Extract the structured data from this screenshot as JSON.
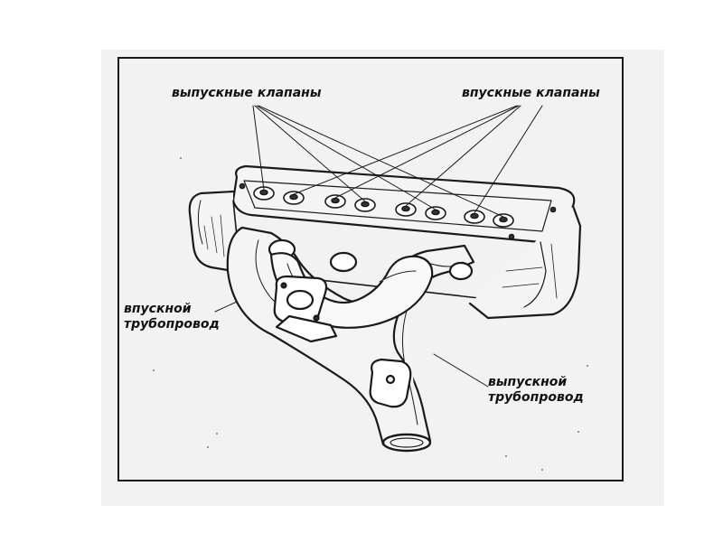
{
  "labels": {
    "exhaust_valves": "выпускные клапаны",
    "intake_valves": "впускные клапаны",
    "intake_manifold": [
      "впускной",
      "трубопровод"
    ],
    "exhaust_manifold": [
      "выпускной",
      "трубопровод"
    ]
  },
  "colors": {
    "ink": "#1a1a1a",
    "paper": "#f2f2f2",
    "background": "#ffffff"
  }
}
